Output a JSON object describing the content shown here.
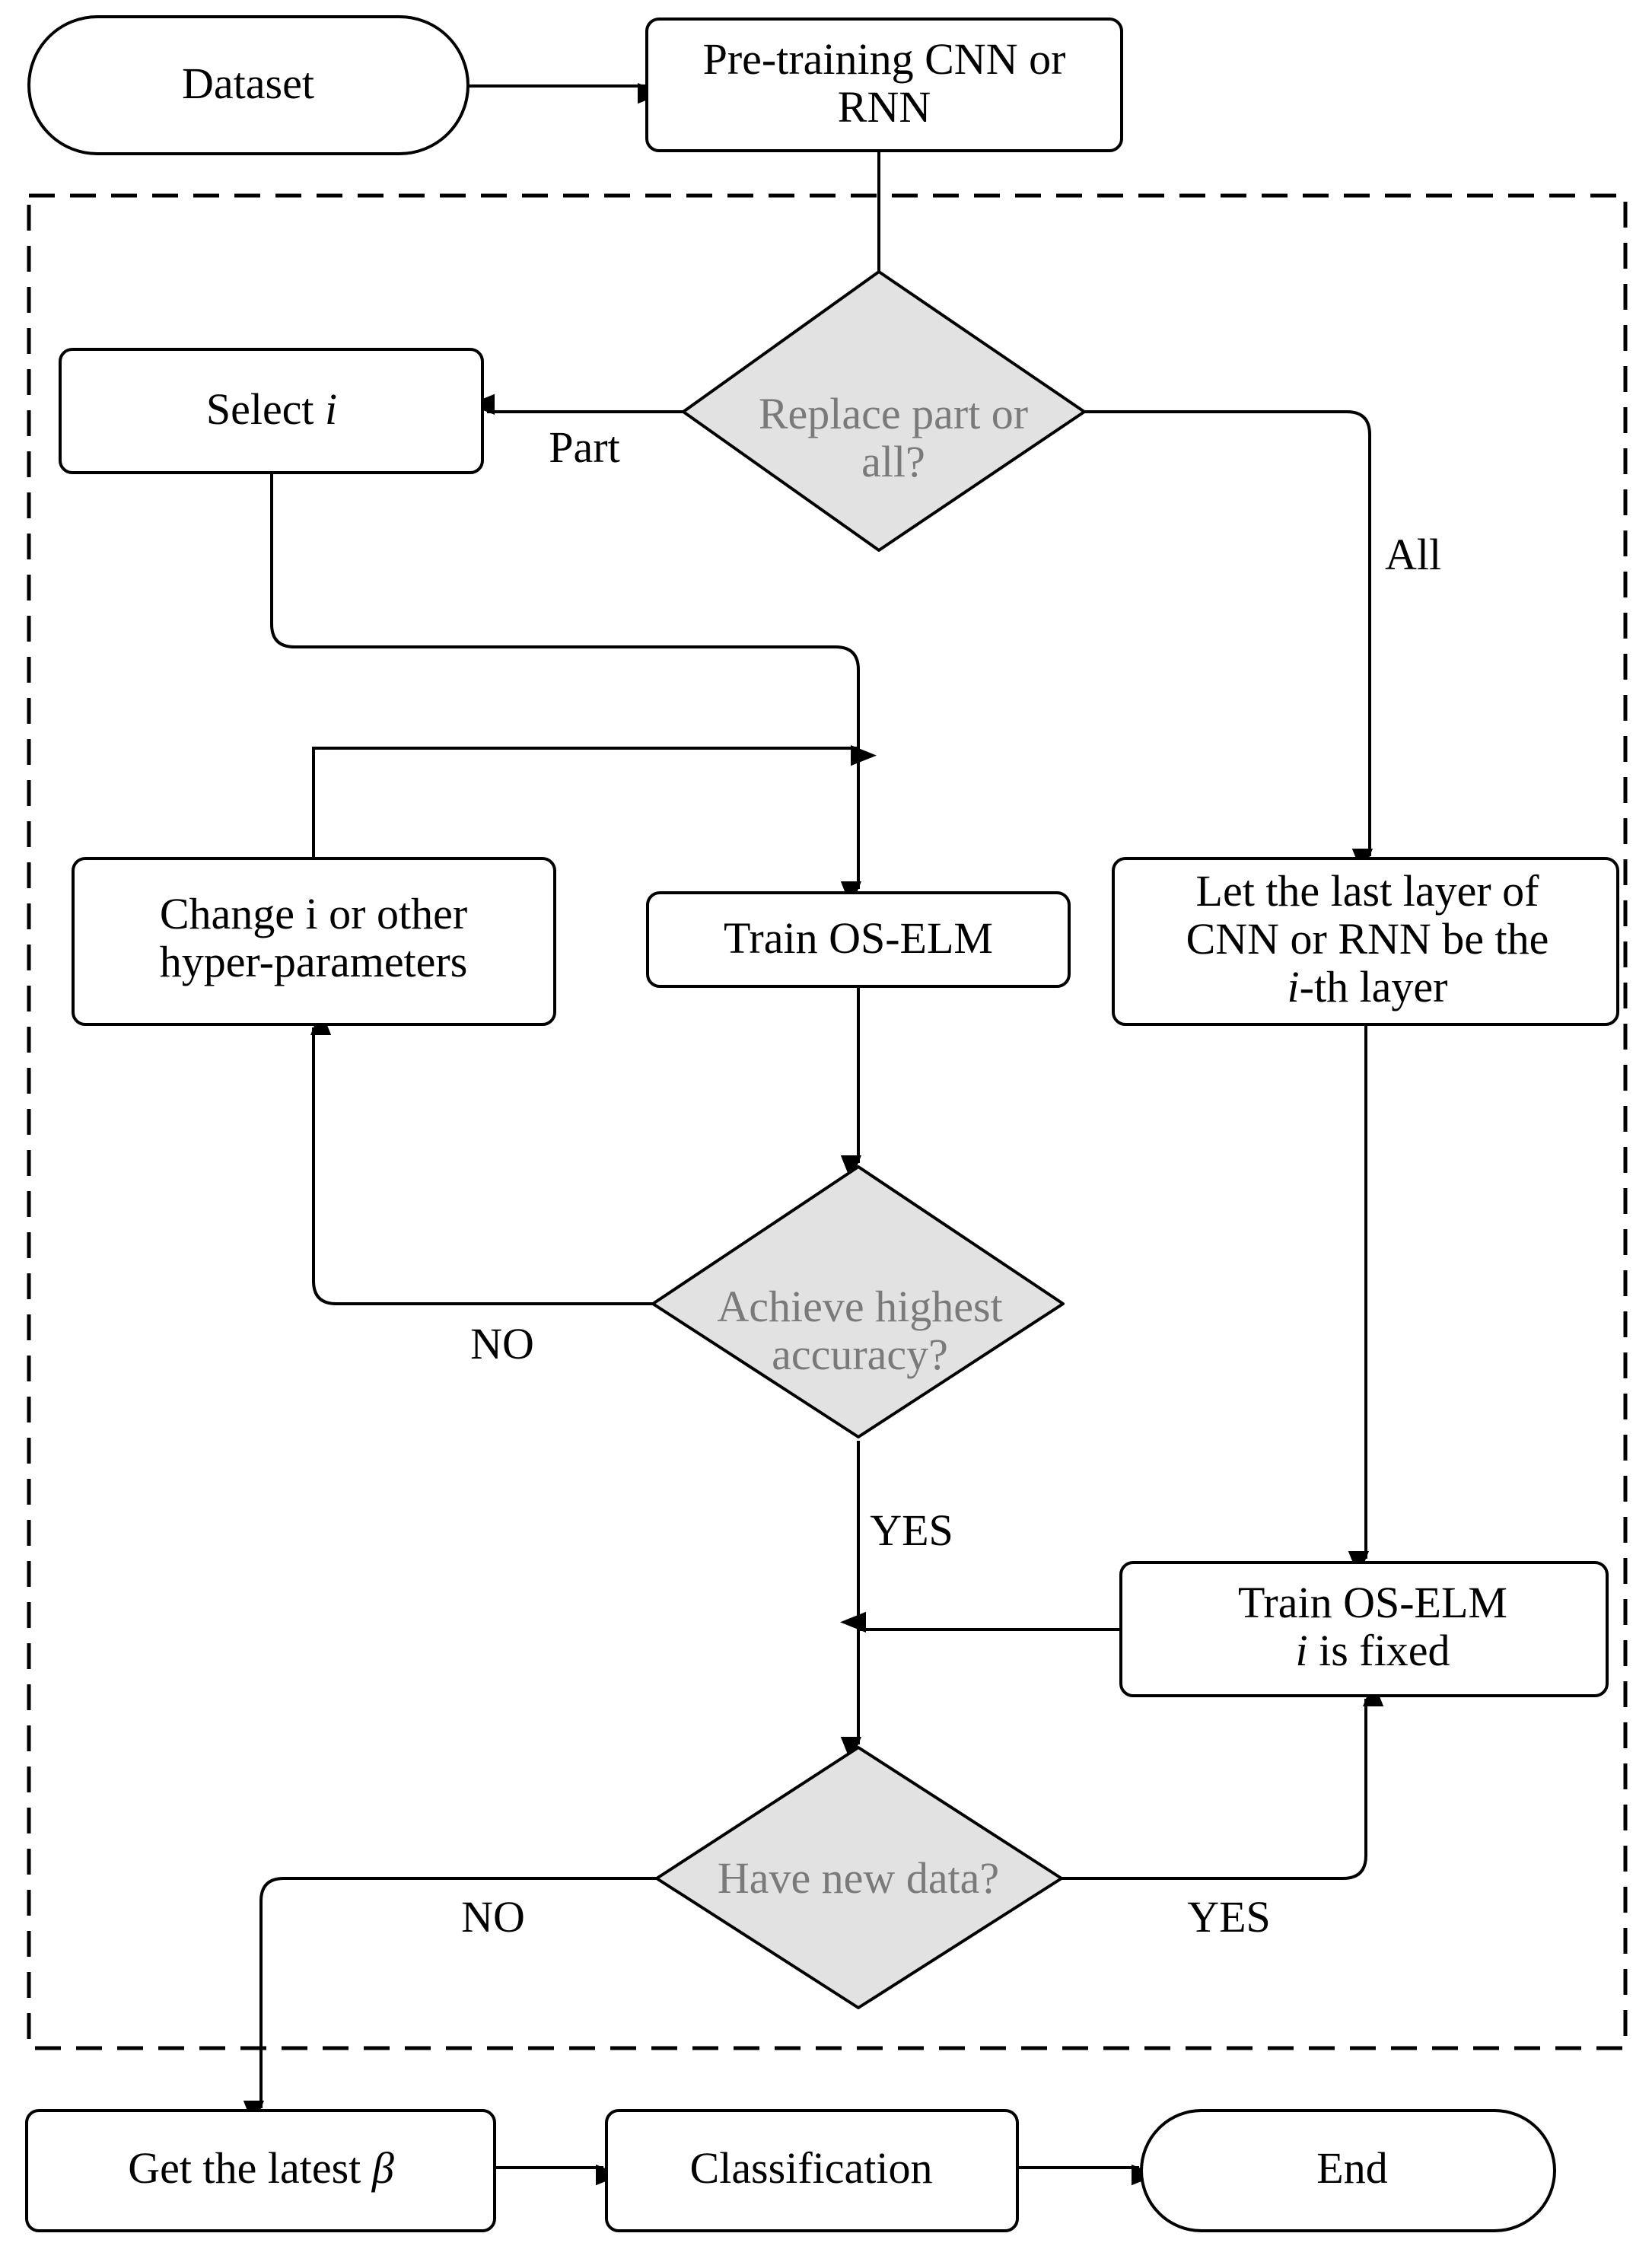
{
  "nodes": {
    "dataset": "Dataset",
    "pretraining": [
      "Pre-training CNN or",
      "RNN"
    ],
    "replace_decision": [
      "Replace part or",
      "all?"
    ],
    "select_i": {
      "text": "Select ",
      "var": "i"
    },
    "change_i": [
      "Change i or other",
      "hyper-parameters"
    ],
    "train_oselm": "Train OS-ELM",
    "last_layer": {
      "line1": "Let the last layer of",
      "line2": "CNN or RNN be the",
      "line3_var": "i",
      "line3_rest": "-th layer"
    },
    "accuracy_decision": [
      "Achieve highest",
      "accuracy?"
    ],
    "train_fixed": {
      "line1": "Train OS-ELM",
      "line2_var": "i",
      "line2_rest": " is fixed"
    },
    "new_data_decision": "Have new data?",
    "get_beta": {
      "text": "Get the latest ",
      "var": "β"
    },
    "classification": "Classification",
    "end": "End"
  },
  "edge_labels": {
    "part": "Part",
    "all": "All",
    "accuracy_no": "NO",
    "accuracy_yes": "YES",
    "newdata_no": "NO",
    "newdata_yes": "YES"
  },
  "colors": {
    "decision_fill": "#e2e2e2",
    "decision_text": "#7a7a7a",
    "stroke": "#000000"
  }
}
